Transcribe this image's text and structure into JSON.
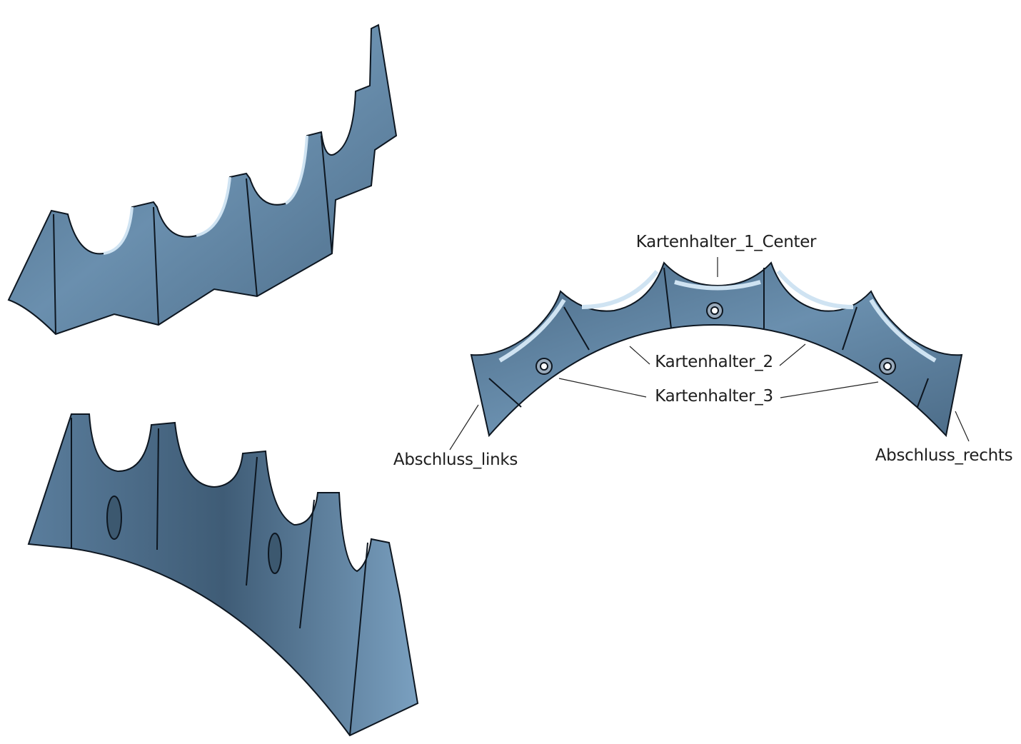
{
  "labels": {
    "center": "Kartenhalter_1_Center",
    "k2": "Kartenhalter_2",
    "k3": "Kartenhalter_3",
    "left_end": "Abschluss_links",
    "right_end": "Abschluss_rechts"
  },
  "colors": {
    "part_dark": "#4a6a86",
    "part_light": "#7398b8",
    "highlight": "#cfe3f2",
    "edge": "#0d1620"
  }
}
